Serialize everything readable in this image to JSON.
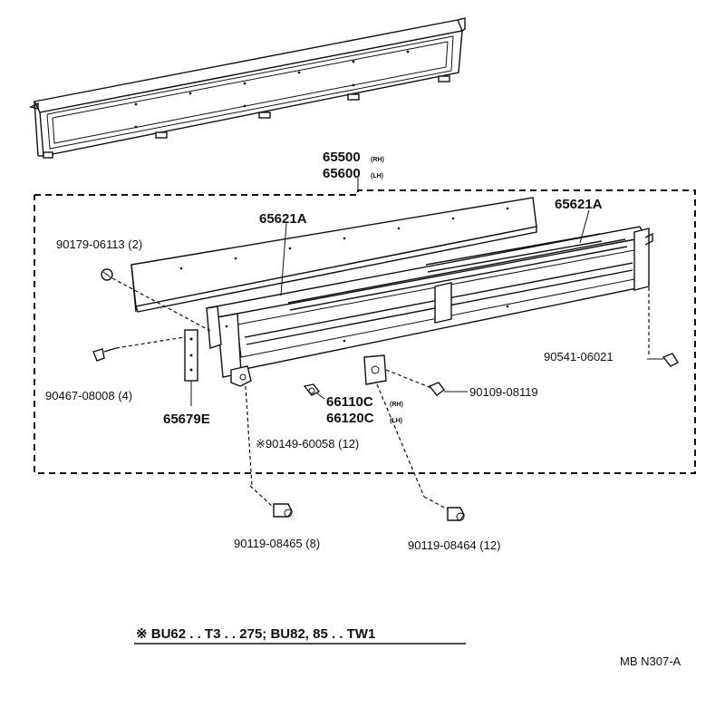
{
  "labels": {
    "assy_rh": "65500",
    "assy_rh_side": "(RH)",
    "assy_lh": "65600",
    "assy_lh_side": "(LH)",
    "rail_left": "65621A",
    "rail_right": "65621A",
    "clip": "90179-06113 (2)",
    "screw_left": "90467-08008 (4)",
    "bracket": "65679E",
    "hinge_rh": "66110C",
    "hinge_rh_side": "(RH)",
    "hinge_lh": "66120C",
    "hinge_lh_side": "(LH)",
    "bolt_note": "※90149-60058 (12)",
    "bolt_right": "90109-08119",
    "screw_right": "90541-06021",
    "bolt_bottom_left": "90119-08465 (8)",
    "bolt_bottom_right": "90119-08464 (12)"
  },
  "footnote": "※ BU62 . . T3 . . 275; BU82, 85 . . TW1",
  "drawing_code": "MB N307-A"
}
